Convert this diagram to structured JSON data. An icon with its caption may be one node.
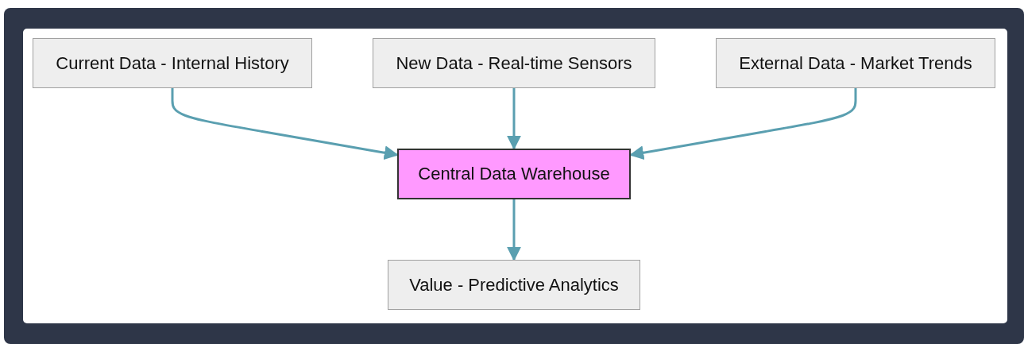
{
  "diagram": {
    "nodes": [
      {
        "text": [
          "Current Data - Internal History"
        ]
      },
      {
        "text": [
          "New Data - Real-time Sensors"
        ]
      },
      {
        "text": [
          "External Data - Market Trends"
        ]
      },
      {
        "text": [
          "Central Data Warehouse"
        ]
      },
      {
        "text": [
          "Value - Predictive Analytics"
        ]
      }
    ],
    "edges": [
      {
        "from": 0,
        "to": 3,
        "arrow": "to"
      },
      {
        "from": 1,
        "to": 3,
        "arrow": "to"
      },
      {
        "from": 2,
        "to": 3,
        "arrow": "to"
      },
      {
        "from": 3,
        "to": 4,
        "arrow": "to"
      }
    ]
  }
}
